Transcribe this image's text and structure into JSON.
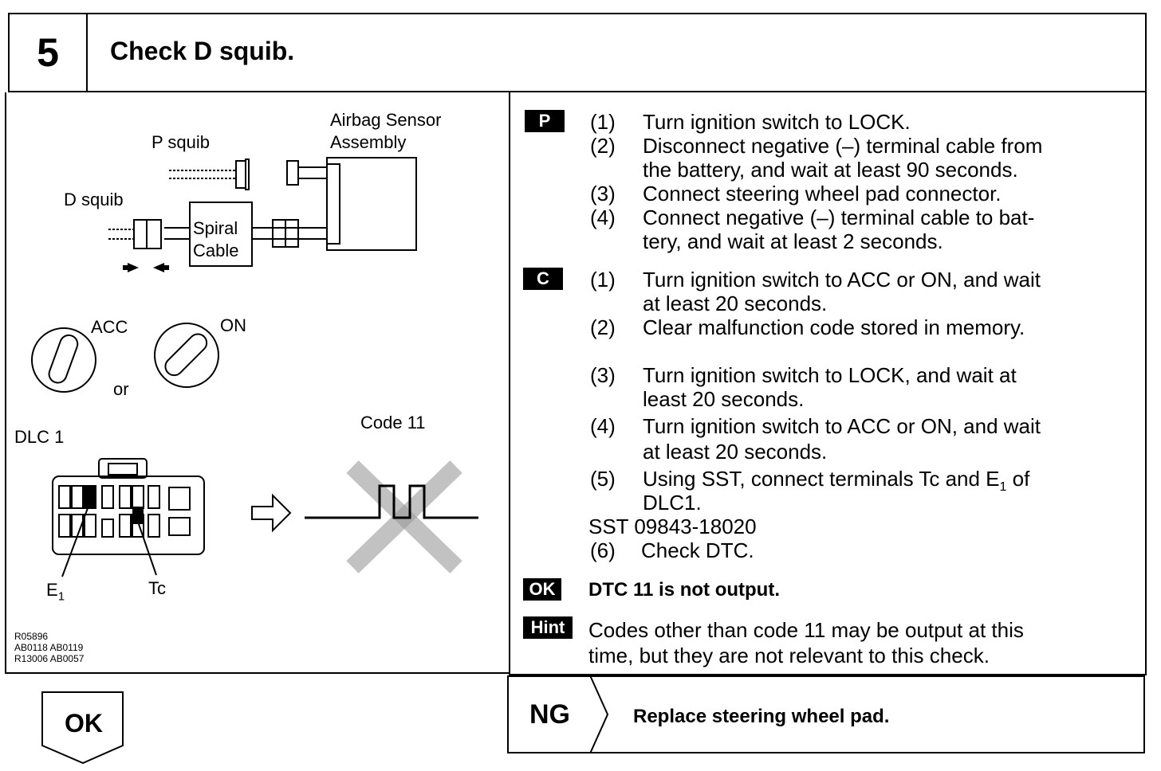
{
  "header": {
    "step_number": "5",
    "title": "Check D squib."
  },
  "diagram": {
    "p_squib": "P squib",
    "airbag_sensor_line1": "Airbag Sensor",
    "airbag_sensor_line2": "Assembly",
    "d_squib": "D squib",
    "spiral_line1": "Spiral",
    "spiral_line2": "Cable",
    "acc": "ACC",
    "on": "ON",
    "or": "or",
    "dlc": "DLC 1",
    "code": "Code 11",
    "e1": "E",
    "e1_sub": "1",
    "tc": "Tc",
    "ref1": "R05896",
    "ref2": "AB0118 AB0119",
    "ref3": "R13006 AB0057"
  },
  "procedure": {
    "p_tag": "P",
    "c_tag": "C",
    "ok_tag": "OK",
    "hint_tag": "Hint",
    "p_steps": [
      {
        "n": "(1)",
        "lines": [
          "Turn ignition switch to LOCK."
        ]
      },
      {
        "n": "(2)",
        "lines": [
          "Disconnect negative (–) terminal cable from",
          "the battery, and wait at least 90 seconds."
        ]
      },
      {
        "n": "(3)",
        "lines": [
          "Connect steering wheel pad connector."
        ]
      },
      {
        "n": "(4)",
        "lines": [
          "Connect negative (–) terminal cable to bat-",
          "tery, and wait at least 2 seconds."
        ]
      }
    ],
    "c_steps": [
      {
        "n": "(1)",
        "lines": [
          "Turn ignition switch to ACC or ON, and wait",
          "at least 20 seconds."
        ]
      },
      {
        "n": "(2)",
        "lines": [
          "Clear malfunction code stored in memory."
        ]
      },
      {
        "n": "(3)",
        "lines": [
          "Turn ignition switch to LOCK, and wait at",
          "least 20 seconds."
        ]
      },
      {
        "n": "(4)",
        "lines": [
          "Turn ignition switch to ACC or ON, and wait",
          "at least 20 seconds."
        ]
      },
      {
        "n": "(5)",
        "lines": [
          "Using SST, connect terminals Tc and E",
          "DLC1."
        ]
      }
    ],
    "step5_sub": "1",
    "step5_tail": " of",
    "sst": "SST 09843-18020",
    "step6_n": "(6)",
    "step6": "Check DTC.",
    "ok_text": "DTC 11 is not output.",
    "hint_line1": "Codes other than code 11 may be output at this",
    "hint_line2": "time, but they are not relevant to this check."
  },
  "footer": {
    "ok": "OK",
    "ng": "NG",
    "ng_action": "Replace steering wheel pad."
  }
}
